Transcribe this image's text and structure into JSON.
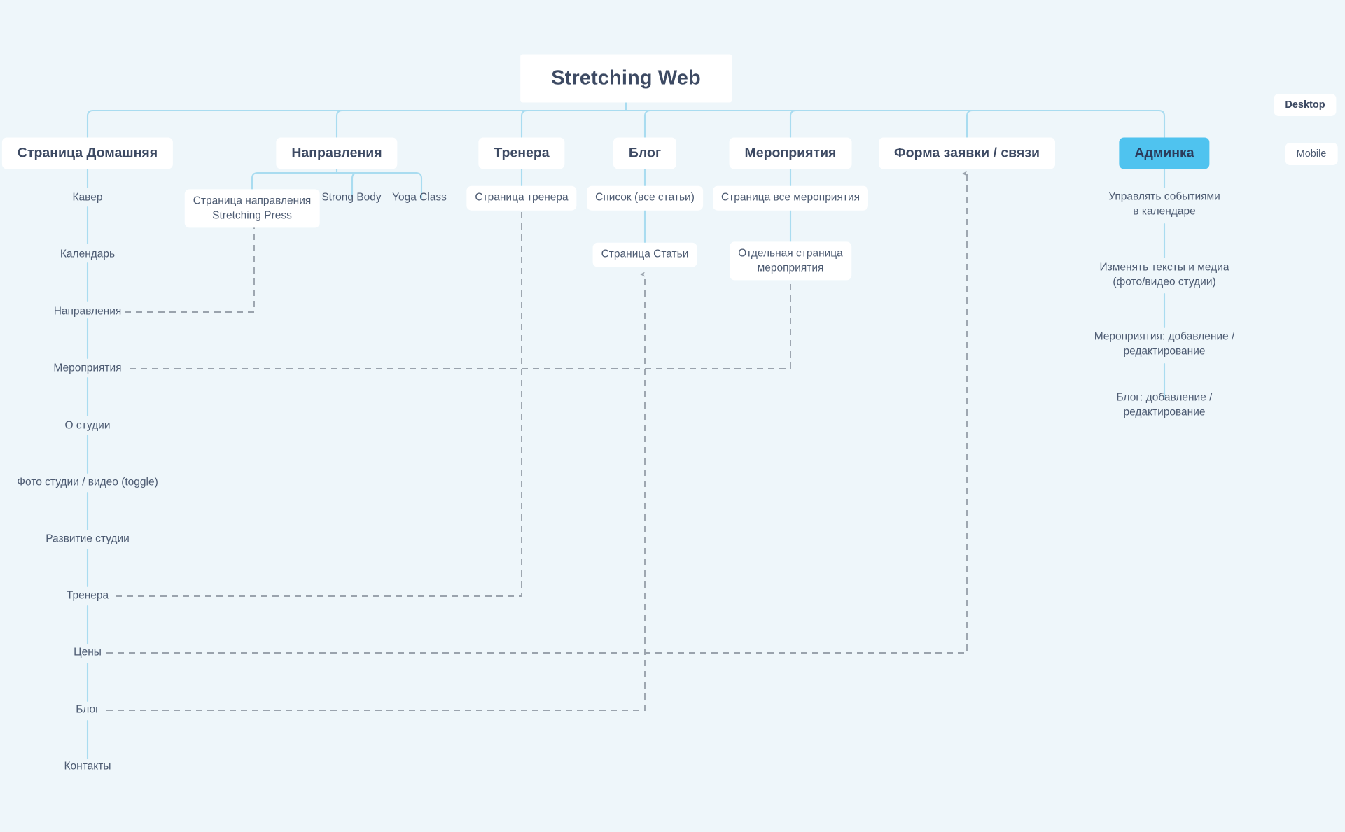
{
  "theme": {
    "background": "#eef6fa",
    "node_fill": "#ffffff",
    "node_text": "#3d4a63",
    "leaf_text": "#4d5b72",
    "connector": "#a9dcf0",
    "dashed_connector": "#9aa3ad",
    "accent": "#4fc3ef"
  },
  "title": {
    "label": "Stretching Web"
  },
  "device_badges": [
    {
      "label": "Desktop"
    },
    {
      "label": "Mobile"
    }
  ],
  "level1": [
    {
      "id": "home",
      "label": "Страница Домашняя",
      "accent": false
    },
    {
      "id": "napr",
      "label": "Направления",
      "accent": false
    },
    {
      "id": "trenera",
      "label": "Тренера",
      "accent": false
    },
    {
      "id": "blog",
      "label": "Блог",
      "accent": false
    },
    {
      "id": "meropr",
      "label": "Мероприятия",
      "accent": false
    },
    {
      "id": "form",
      "label": "Форма заявки / связи",
      "accent": false
    },
    {
      "id": "admin",
      "label": "Админка",
      "accent": true
    }
  ],
  "level2": [
    {
      "id": "napr-page",
      "label": "Страница направления\nStretching Press",
      "boxed": true
    },
    {
      "id": "strong-body",
      "label": "Strong Body",
      "boxed": false
    },
    {
      "id": "yoga-class",
      "label": "Yoga Class",
      "boxed": false
    },
    {
      "id": "trener-page",
      "label": "Страница тренера",
      "boxed": true
    },
    {
      "id": "blog-list",
      "label": "Список (все статьи)",
      "boxed": true
    },
    {
      "id": "events-all",
      "label": "Страница все мероприятия",
      "boxed": true
    }
  ],
  "level3": [
    {
      "id": "article-page",
      "label": "Страница Статьи",
      "boxed": true
    },
    {
      "id": "event-page",
      "label": "Отдельная страница\nмероприятия",
      "boxed": true
    }
  ],
  "home_sections": [
    {
      "id": "kaver",
      "label": "Кавер"
    },
    {
      "id": "kalendar",
      "label": "Календарь"
    },
    {
      "id": "napravl",
      "label": "Направления"
    },
    {
      "id": "meropriya",
      "label": "Мероприятия"
    },
    {
      "id": "o-studii",
      "label": "О студии"
    },
    {
      "id": "foto",
      "label": "Фото студии / видео (toggle)"
    },
    {
      "id": "razvitie",
      "label": "Развитие студии"
    },
    {
      "id": "trenera2",
      "label": "Тренера"
    },
    {
      "id": "ceny",
      "label": "Цены"
    },
    {
      "id": "blog2",
      "label": "Блог"
    },
    {
      "id": "kontakty",
      "label": "Контакты"
    }
  ],
  "admin_capabilities": [
    {
      "id": "cap-calendar",
      "label": "Управлять событиями\nв календаре"
    },
    {
      "id": "cap-media",
      "label": "Изменять тексты и медиа\n(фото/видео студии)"
    },
    {
      "id": "cap-events",
      "label": "Мероприятия: добавление /\nредактирование"
    },
    {
      "id": "cap-blog",
      "label": "Блог: добавление / редактирование"
    }
  ]
}
